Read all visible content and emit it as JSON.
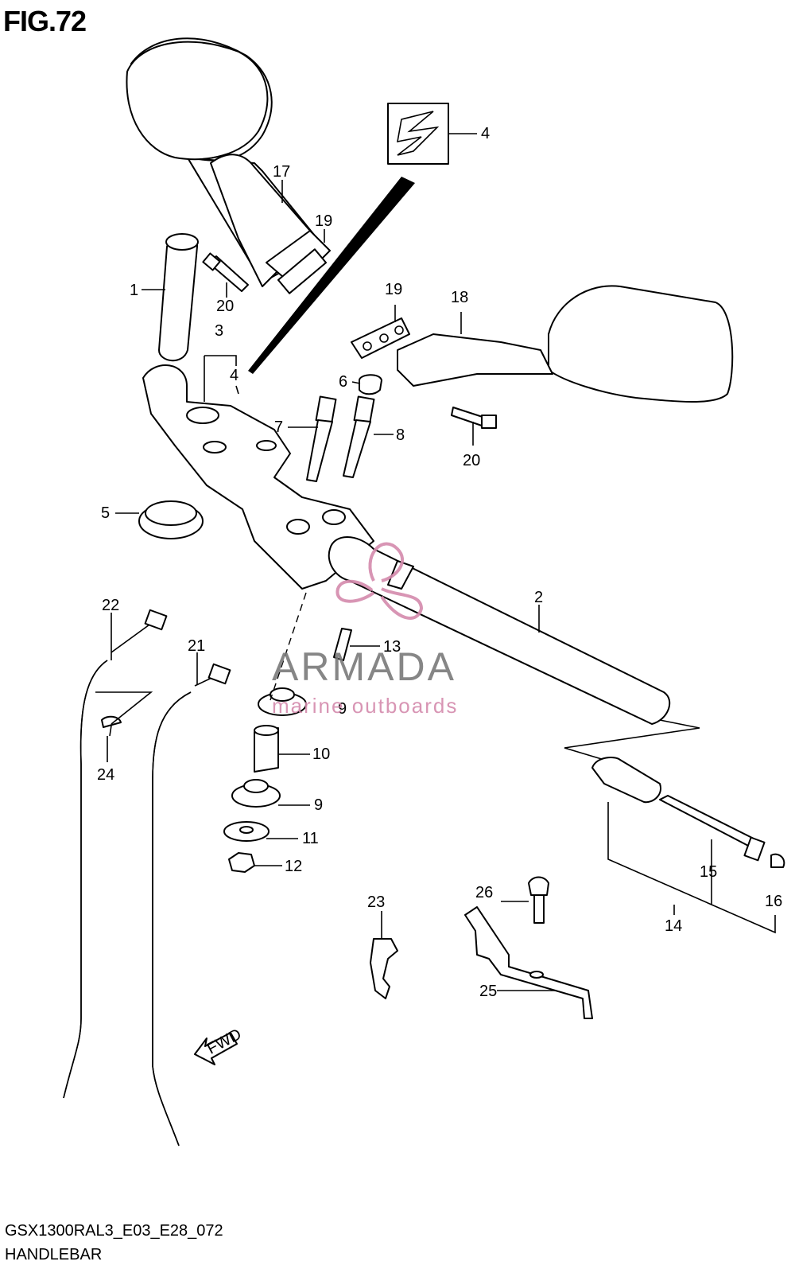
{
  "figure": {
    "title": "FIG.72"
  },
  "footer": {
    "code": "GSX1300RAL3_E03_E28_072",
    "name": "HANDLEBAR"
  },
  "watermark": {
    "brand": "ARMADA",
    "tagline": "marine outboards",
    "brand_color": "#7a7a7a",
    "accent_color": "#d48aac"
  },
  "direction_marker": "FWD",
  "callouts": [
    {
      "id": "c1",
      "text": "1"
    },
    {
      "id": "c2",
      "text": "2"
    },
    {
      "id": "c3",
      "text": "3"
    },
    {
      "id": "c4a",
      "text": "4"
    },
    {
      "id": "c4b",
      "text": "4"
    },
    {
      "id": "c5",
      "text": "5"
    },
    {
      "id": "c6",
      "text": "6"
    },
    {
      "id": "c7",
      "text": "7"
    },
    {
      "id": "c8",
      "text": "8"
    },
    {
      "id": "c9a",
      "text": "9"
    },
    {
      "id": "c9b",
      "text": "9"
    },
    {
      "id": "c10",
      "text": "10"
    },
    {
      "id": "c11",
      "text": "11"
    },
    {
      "id": "c12",
      "text": "12"
    },
    {
      "id": "c13",
      "text": "13"
    },
    {
      "id": "c14",
      "text": "14"
    },
    {
      "id": "c15",
      "text": "15"
    },
    {
      "id": "c16",
      "text": "16"
    },
    {
      "id": "c17",
      "text": "17"
    },
    {
      "id": "c18",
      "text": "18"
    },
    {
      "id": "c19a",
      "text": "19"
    },
    {
      "id": "c19b",
      "text": "19"
    },
    {
      "id": "c20a",
      "text": "20"
    },
    {
      "id": "c20b",
      "text": "20"
    },
    {
      "id": "c21",
      "text": "21"
    },
    {
      "id": "c22",
      "text": "22"
    },
    {
      "id": "c23",
      "text": "23"
    },
    {
      "id": "c24",
      "text": "24"
    },
    {
      "id": "c25",
      "text": "25"
    },
    {
      "id": "c26",
      "text": "26"
    }
  ]
}
